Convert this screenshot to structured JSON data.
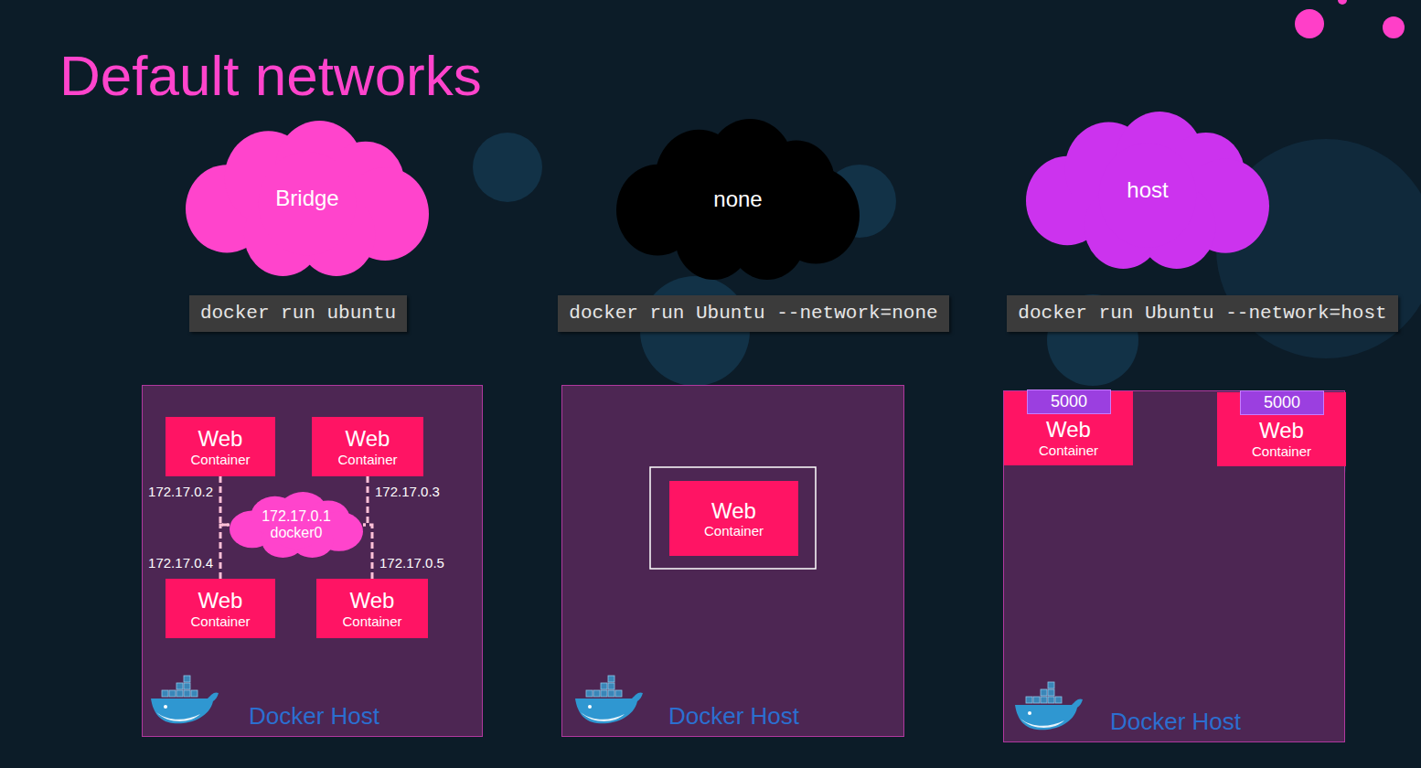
{
  "diagram": {
    "title": "Default networks",
    "nodes": [
      {
        "text": [
          "Bridge"
        ]
      },
      {
        "text": [
          "none"
        ]
      },
      {
        "text": [
          "host"
        ]
      },
      {
        "text": [
          "docker run ubuntu"
        ]
      },
      {
        "text": [
          "docker run Ubuntu --network=none"
        ]
      },
      {
        "text": [
          "docker run Ubuntu --network=host"
        ]
      },
      {
        "text": [
          "Docker Host"
        ]
      },
      {
        "text": [
          "Web",
          "Container"
        ],
        "in": 6
      },
      {
        "text": [
          "Web",
          "Container"
        ],
        "in": 6
      },
      {
        "text": [
          "172.17.0.1 docker0"
        ],
        "in": 6
      },
      {
        "text": [
          "Web",
          "Container"
        ],
        "in": 6
      },
      {
        "text": [
          "Web",
          "Container"
        ],
        "in": 6
      },
      {
        "text": [
          "Docker Host"
        ]
      },
      {
        "text": [
          "Web",
          "Container"
        ],
        "in": 12
      },
      {
        "text": [
          "Docker Host"
        ]
      },
      {
        "text": [
          "Web",
          "Container"
        ],
        "in": 14
      },
      {
        "text": [
          "5000"
        ],
        "in": 15
      },
      {
        "text": [
          "Web",
          "Container"
        ],
        "in": 14
      },
      {
        "text": [
          "5000"
        ],
        "in": 17
      }
    ],
    "edges": [
      {
        "from": 7,
        "to": 9,
        "arrow": "none",
        "label": "172.17.0.2"
      },
      {
        "from": 8,
        "to": 9,
        "arrow": "none",
        "label": "172.17.0.3"
      },
      {
        "from": 10,
        "to": 9,
        "arrow": "none",
        "label": "172.17.0.4"
      },
      {
        "from": 11,
        "to": 9,
        "arrow": "none",
        "label": "172.17.0.5"
      }
    ]
  }
}
